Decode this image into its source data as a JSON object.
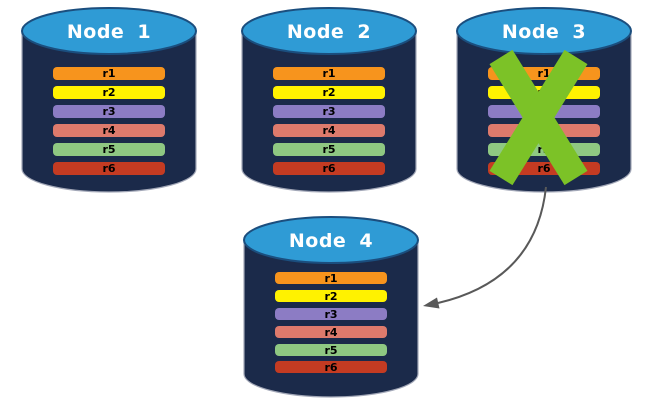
{
  "colors": {
    "cylinder_body": "#1b2a4a",
    "cylinder_top": "#2f9bd5",
    "cross": "#7cc227",
    "arrow": "#595959",
    "row_r1": "#f7941d",
    "row_r2": "#fff200",
    "row_r3": "#8c7cc4",
    "row_r4": "#de7a6c",
    "row_r5": "#8fc882",
    "row_r6": "#c43b22"
  },
  "nodes": [
    {
      "label": "Node 1",
      "crossed_out": false,
      "rows": [
        {
          "label": "r1",
          "color": "#f7941d"
        },
        {
          "label": "r2",
          "color": "#fff200"
        },
        {
          "label": "r3",
          "color": "#8c7cc4"
        },
        {
          "label": "r4",
          "color": "#de7a6c"
        },
        {
          "label": "r5",
          "color": "#8fc882"
        },
        {
          "label": "r6",
          "color": "#c43b22"
        }
      ]
    },
    {
      "label": "Node 2",
      "crossed_out": false,
      "rows": [
        {
          "label": "r1",
          "color": "#f7941d"
        },
        {
          "label": "r2",
          "color": "#fff200"
        },
        {
          "label": "r3",
          "color": "#8c7cc4"
        },
        {
          "label": "r4",
          "color": "#de7a6c"
        },
        {
          "label": "r5",
          "color": "#8fc882"
        },
        {
          "label": "r6",
          "color": "#c43b22"
        }
      ]
    },
    {
      "label": "Node 3",
      "crossed_out": true,
      "rows": [
        {
          "label": "r1",
          "color": "#f7941d"
        },
        {
          "label": "r2",
          "color": "#fff200"
        },
        {
          "label": "r3",
          "color": "#8c7cc4"
        },
        {
          "label": "r4",
          "color": "#de7a6c"
        },
        {
          "label": "r5",
          "color": "#8fc882"
        },
        {
          "label": "r6",
          "color": "#c43b22"
        }
      ]
    },
    {
      "label": "Node 4",
      "crossed_out": false,
      "rows": [
        {
          "label": "r1",
          "color": "#f7941d"
        },
        {
          "label": "r2",
          "color": "#fff200"
        },
        {
          "label": "r3",
          "color": "#8c7cc4"
        },
        {
          "label": "r4",
          "color": "#de7a6c"
        },
        {
          "label": "r5",
          "color": "#8fc882"
        },
        {
          "label": "r6",
          "color": "#c43b22"
        }
      ]
    }
  ],
  "cross": {
    "on_node": "Node 3"
  },
  "arrow": {
    "from": "Node 3",
    "to": "Node 4"
  }
}
